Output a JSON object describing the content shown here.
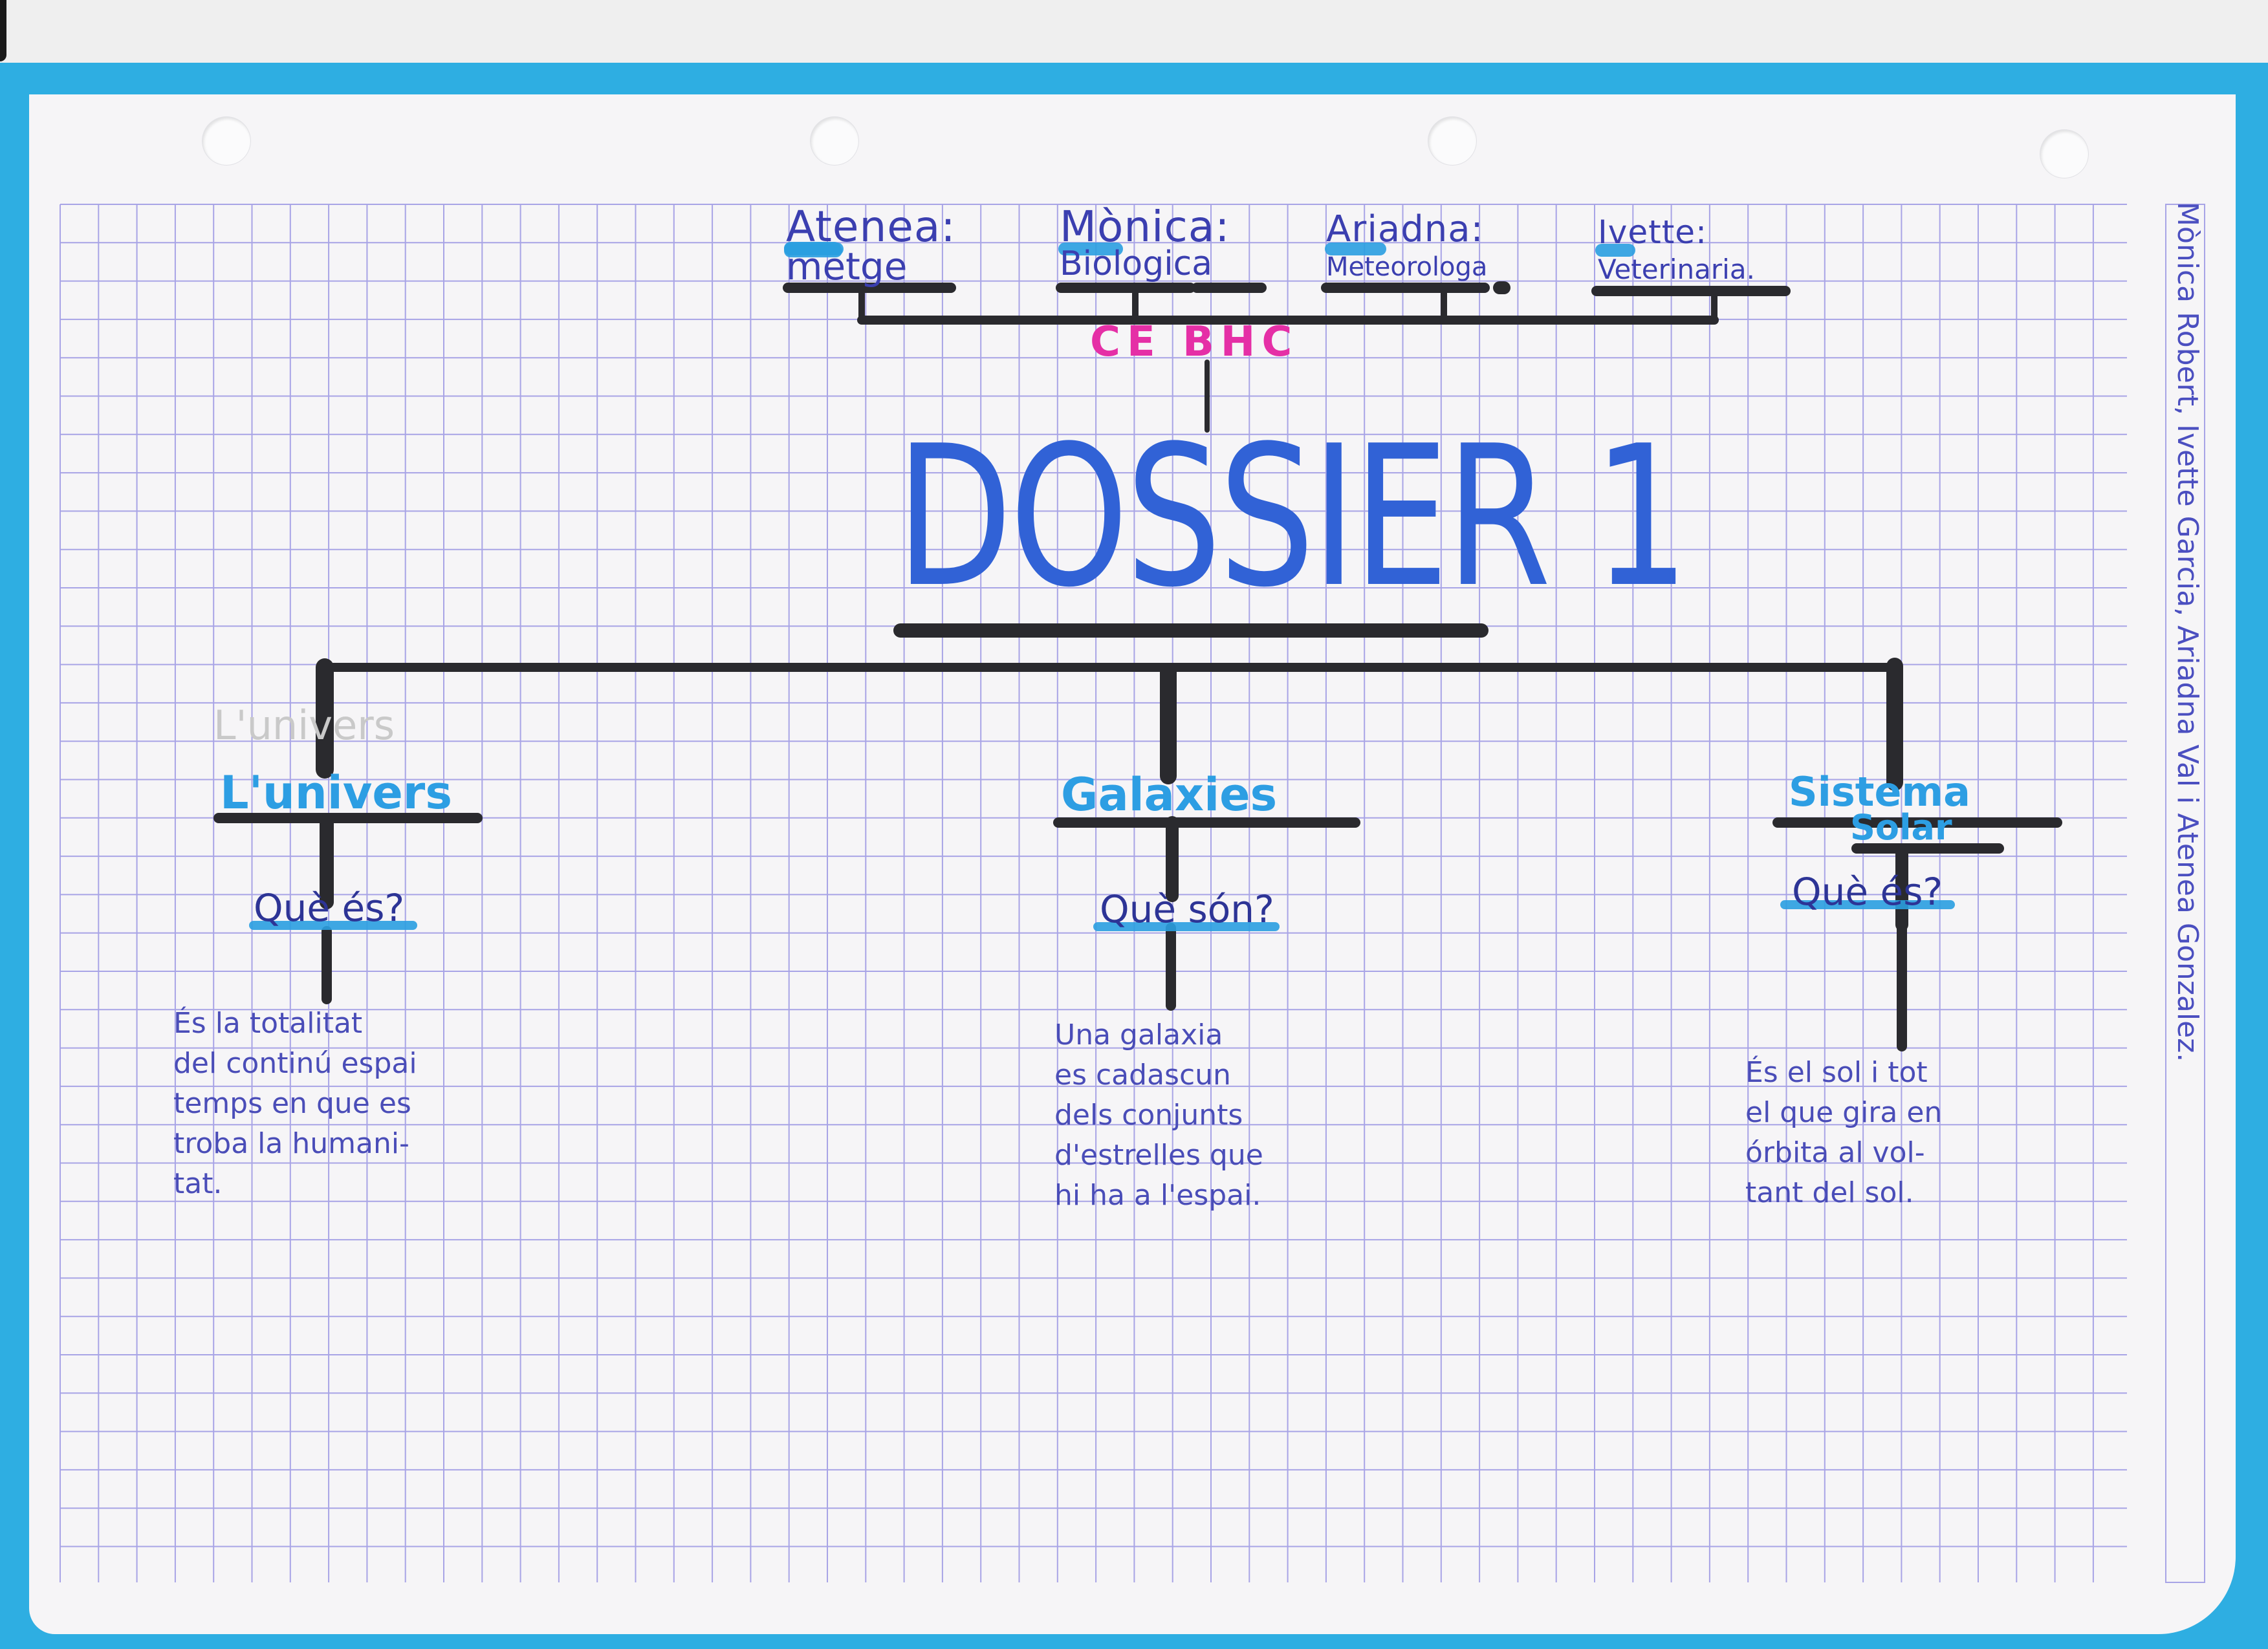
{
  "document": {
    "title": "DOSSIER 1",
    "group_label": "CE BHC",
    "authors_margin": "Mònica Robert, Ivette Garcia, Ariadna Val i Atenea Gonzalez.",
    "colors": {
      "folder": "#2eaee2",
      "grid": "#a8a4e6",
      "ink_title": "#3162d6",
      "ink_text": "#3b3fb0",
      "ink_topic": "#2d9ee3",
      "ink_lines": "#2a2a2e",
      "ink_group": "#e52fa6"
    }
  },
  "roles": [
    {
      "name": "Atenea:",
      "job": "metge"
    },
    {
      "name": "Mònica:",
      "job": "Biologica"
    },
    {
      "name": "Ariadna:",
      "job": "Meteorologa"
    },
    {
      "name": "Ivette:",
      "job": "Veterinaria."
    }
  ],
  "branches": [
    {
      "topic": "L'univers",
      "question": "Què és?",
      "answer": "És la totalitat\ndel continú espai\ntemps en que es\ntroba la humani-\ntat."
    },
    {
      "topic": "Galaxies",
      "question": "Què són?",
      "answer": "Una galaxia\nes cadascun\ndels conjunts\nd'estrelles que\nhi ha a l'espai."
    },
    {
      "topic": "Sistema Solar",
      "topic_line1": "Sistema",
      "topic_line2": "Solar",
      "question": "Què és?",
      "answer": "És el sol i tot\nel que gira en\nórbita al vol-\ntant del sol."
    }
  ],
  "erased_sketch": "L'univers"
}
